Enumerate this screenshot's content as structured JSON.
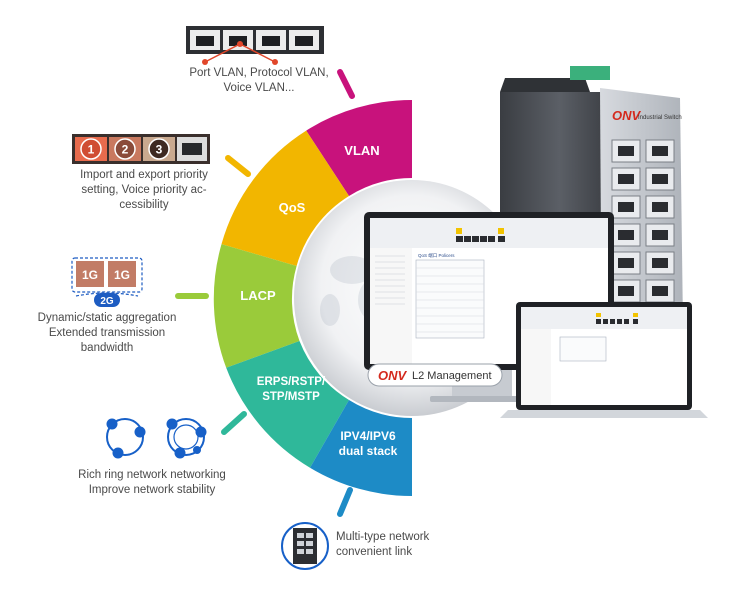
{
  "wheel": {
    "segments": [
      {
        "label": "VLAN",
        "color": "#c8127c"
      },
      {
        "label": "QoS",
        "color": "#f2b600"
      },
      {
        "label": "LACP",
        "color": "#9acb3a"
      },
      {
        "label": "ERPS/RSTP/\nSTP/MSTP",
        "label_lines": [
          "ERPS/RSTP/",
          "STP/MSTP"
        ],
        "color": "#2fb89a"
      },
      {
        "label": "IPV4/IPV6\ndual stack",
        "label_lines": [
          "IPV4/IPV6",
          "dual stack"
        ],
        "color": "#1d8bc6"
      }
    ]
  },
  "features": {
    "vlan": {
      "lines": [
        "Port VLAN, Protocol VLAN,",
        "Voice VLAN..."
      ]
    },
    "qos": {
      "lines": [
        "Import and export priority",
        "setting, Voice priority ac-",
        "cessibility"
      ],
      "badges": [
        "1",
        "2",
        "3"
      ]
    },
    "lacp": {
      "lines": [
        "Dynamic/static aggregation",
        "Extended transmission",
        "bandwidth"
      ],
      "port_labels": [
        "1G",
        "1G"
      ],
      "aggregate_label": "2G"
    },
    "ring": {
      "lines": [
        "Rich ring network networking",
        "Improve network stability"
      ]
    },
    "stack": {
      "lines": [
        "Multi-type network",
        "convenient link"
      ]
    }
  },
  "device": {
    "brand": "ONV",
    "brand_sub": "Industrial Switch",
    "management_label": "L2 Management",
    "monitor_panel_title": "QoS 端口 Policers"
  },
  "colors": {
    "vlan": "#c8127c",
    "qos": "#f2b600",
    "lacp": "#9acb3a",
    "erps": "#2fb89a",
    "ipv": "#1d8bc6",
    "ring_blue": "#1760c8",
    "brand_red": "#d42a1e"
  }
}
